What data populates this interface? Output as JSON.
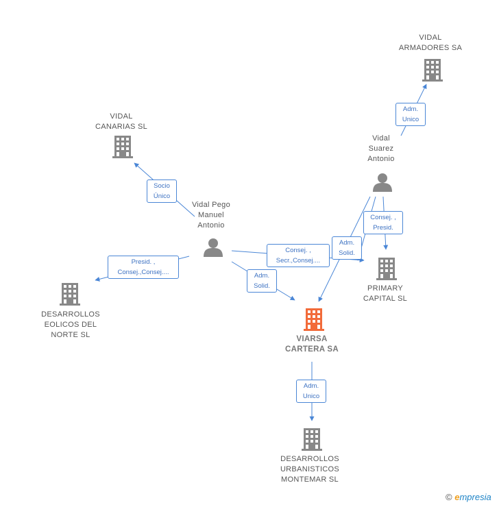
{
  "colors": {
    "edge": "#4a86d6",
    "node": "#888888",
    "center": "#f26b3a",
    "person": "#888888"
  },
  "nodes": {
    "vidal_armadores": {
      "label": "VIDAL\nARMADORES SA",
      "icon": "building-icon"
    },
    "vidal_canarias": {
      "label": "VIDAL\nCANARIAS  SL",
      "icon": "building-icon"
    },
    "vidal_suarez": {
      "label": "Vidal\nSuarez\nAntonio",
      "icon": "person-icon"
    },
    "vidal_pego": {
      "label": "Vidal Pego\nManuel\nAntonio",
      "icon": "person-icon"
    },
    "desarrollos_eolicos": {
      "label": "DESARROLLOS\nEOLICOS DEL\nNORTE SL",
      "icon": "building-icon"
    },
    "primary_capital": {
      "label": "PRIMARY\nCAPITAL SL",
      "icon": "building-icon"
    },
    "viarsa": {
      "label": "VIARSA\nCARTERA SA",
      "icon": "building-icon"
    },
    "desarrollos_urbanisticos": {
      "label": "DESARROLLOS\nURBANISTICOS\nMONTEMAR SL",
      "icon": "building-icon"
    }
  },
  "edges": {
    "suarez_armadores": "Adm.\nUnico",
    "pego_canarias": "Socio\nÚnico",
    "pego_eolicos": "Presid. ,\nConsej.,Consej....",
    "pego_primary": "Consej. ,\nSecr.,Consej....",
    "pego_viarsa": "Adm.\nSolid.",
    "suarez_primary": "Consej. ,\nPresid.",
    "suarez_viarsa": "Adm.\nSolid.",
    "viarsa_urbanisticos": "Adm.\nUnico"
  },
  "footer": {
    "copyright": "©",
    "brand_e": "e",
    "brand_rest": "mpresia"
  }
}
